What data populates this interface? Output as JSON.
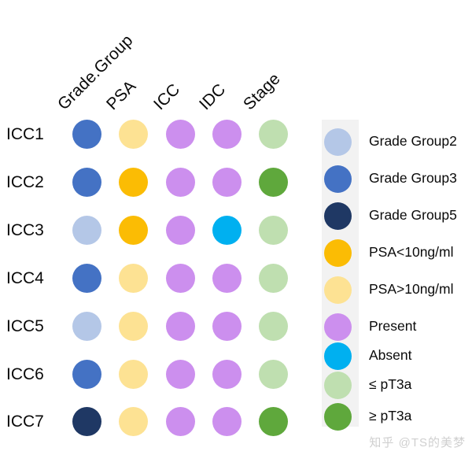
{
  "figure": {
    "watermark": "知乎 @TS的美梦",
    "background_color": "#ffffff",
    "legend_panel_color": "#f2f2f2"
  },
  "chart_data": {
    "type": "heatmap",
    "title": "",
    "xlabel": "",
    "ylabel": "",
    "grid": false,
    "legend_position": "right",
    "columns": [
      "Grade.Group",
      "PSA",
      "ICC",
      "IDC",
      "Stage"
    ],
    "rows": [
      "ICC1",
      "ICC2",
      "ICC3",
      "ICC4",
      "ICC5",
      "ICC6",
      "ICC7"
    ],
    "categories": {
      "grade_group_2": "#b4c7e7",
      "grade_group_3": "#4472c4",
      "grade_group_5": "#1f3864",
      "psa_lt_10": "#fbbc04",
      "psa_gt_10": "#fde293",
      "present": "#cc8fee",
      "absent": "#00b0f0",
      "stage_le_pt3a": "#bfdfb0",
      "stage_ge_pt3a": "#5fa83c"
    },
    "cells": [
      {
        "row": "ICC1",
        "values": [
          {
            "column": "Grade.Group",
            "category": "grade_group_3",
            "label": "Grade Group3",
            "color": "#4472c4"
          },
          {
            "column": "PSA",
            "category": "psa_gt_10",
            "label": "PSA>10ng/ml",
            "color": "#fde293"
          },
          {
            "column": "ICC",
            "category": "present",
            "label": "Present",
            "color": "#cc8fee"
          },
          {
            "column": "IDC",
            "category": "present",
            "label": "Present",
            "color": "#cc8fee"
          },
          {
            "column": "Stage",
            "category": "stage_le_pt3a",
            "label": "≤ pT3a",
            "color": "#bfdfb0"
          }
        ]
      },
      {
        "row": "ICC2",
        "values": [
          {
            "column": "Grade.Group",
            "category": "grade_group_3",
            "label": "Grade Group3",
            "color": "#4472c4"
          },
          {
            "column": "PSA",
            "category": "psa_lt_10",
            "label": "PSA<10ng/ml",
            "color": "#fbbc04"
          },
          {
            "column": "ICC",
            "category": "present",
            "label": "Present",
            "color": "#cc8fee"
          },
          {
            "column": "IDC",
            "category": "present",
            "label": "Present",
            "color": "#cc8fee"
          },
          {
            "column": "Stage",
            "category": "stage_ge_pt3a",
            "label": "≥ pT3a",
            "color": "#5fa83c"
          }
        ]
      },
      {
        "row": "ICC3",
        "values": [
          {
            "column": "Grade.Group",
            "category": "grade_group_2",
            "label": "Grade Group2",
            "color": "#b4c7e7"
          },
          {
            "column": "PSA",
            "category": "psa_lt_10",
            "label": "PSA<10ng/ml",
            "color": "#fbbc04"
          },
          {
            "column": "ICC",
            "category": "present",
            "label": "Present",
            "color": "#cc8fee"
          },
          {
            "column": "IDC",
            "category": "absent",
            "label": "Absent",
            "color": "#00b0f0"
          },
          {
            "column": "Stage",
            "category": "stage_le_pt3a",
            "label": "≤ pT3a",
            "color": "#bfdfb0"
          }
        ]
      },
      {
        "row": "ICC4",
        "values": [
          {
            "column": "Grade.Group",
            "category": "grade_group_3",
            "label": "Grade Group3",
            "color": "#4472c4"
          },
          {
            "column": "PSA",
            "category": "psa_gt_10",
            "label": "PSA>10ng/ml",
            "color": "#fde293"
          },
          {
            "column": "ICC",
            "category": "present",
            "label": "Present",
            "color": "#cc8fee"
          },
          {
            "column": "IDC",
            "category": "present",
            "label": "Present",
            "color": "#cc8fee"
          },
          {
            "column": "Stage",
            "category": "stage_le_pt3a",
            "label": "≤ pT3a",
            "color": "#bfdfb0"
          }
        ]
      },
      {
        "row": "ICC5",
        "values": [
          {
            "column": "Grade.Group",
            "category": "grade_group_2",
            "label": "Grade Group2",
            "color": "#b4c7e7"
          },
          {
            "column": "PSA",
            "category": "psa_gt_10",
            "label": "PSA>10ng/ml",
            "color": "#fde293"
          },
          {
            "column": "ICC",
            "category": "present",
            "label": "Present",
            "color": "#cc8fee"
          },
          {
            "column": "IDC",
            "category": "present",
            "label": "Present",
            "color": "#cc8fee"
          },
          {
            "column": "Stage",
            "category": "stage_le_pt3a",
            "label": "≤ pT3a",
            "color": "#bfdfb0"
          }
        ]
      },
      {
        "row": "ICC6",
        "values": [
          {
            "column": "Grade.Group",
            "category": "grade_group_3",
            "label": "Grade Group3",
            "color": "#4472c4"
          },
          {
            "column": "PSA",
            "category": "psa_gt_10",
            "label": "PSA>10ng/ml",
            "color": "#fde293"
          },
          {
            "column": "ICC",
            "category": "present",
            "label": "Present",
            "color": "#cc8fee"
          },
          {
            "column": "IDC",
            "category": "present",
            "label": "Present",
            "color": "#cc8fee"
          },
          {
            "column": "Stage",
            "category": "stage_le_pt3a",
            "label": "≤ pT3a",
            "color": "#bfdfb0"
          }
        ]
      },
      {
        "row": "ICC7",
        "values": [
          {
            "column": "Grade.Group",
            "category": "grade_group_5",
            "label": "Grade Group5",
            "color": "#1f3864"
          },
          {
            "column": "PSA",
            "category": "psa_gt_10",
            "label": "PSA>10ng/ml",
            "color": "#fde293"
          },
          {
            "column": "ICC",
            "category": "present",
            "label": "Present",
            "color": "#cc8fee"
          },
          {
            "column": "IDC",
            "category": "present",
            "label": "Present",
            "color": "#cc8fee"
          },
          {
            "column": "Stage",
            "category": "stage_ge_pt3a",
            "label": "≥ pT3a",
            "color": "#5fa83c"
          }
        ]
      }
    ],
    "legend": [
      {
        "label": "Grade Group2",
        "color": "#b4c7e7"
      },
      {
        "label": "Grade Group3",
        "color": "#4472c4"
      },
      {
        "label": "Grade Group5",
        "color": "#1f3864"
      },
      {
        "label": "PSA<10ng/ml",
        "color": "#fbbc04"
      },
      {
        "label": "PSA>10ng/ml",
        "color": "#fde293"
      },
      {
        "label": "Present",
        "color": "#cc8fee"
      },
      {
        "label": "Absent",
        "color": "#00b0f0"
      },
      {
        "label": "≤ pT3a",
        "color": "#bfdfb0"
      },
      {
        "label": "≥ pT3a",
        "color": "#5fa83c"
      }
    ]
  }
}
